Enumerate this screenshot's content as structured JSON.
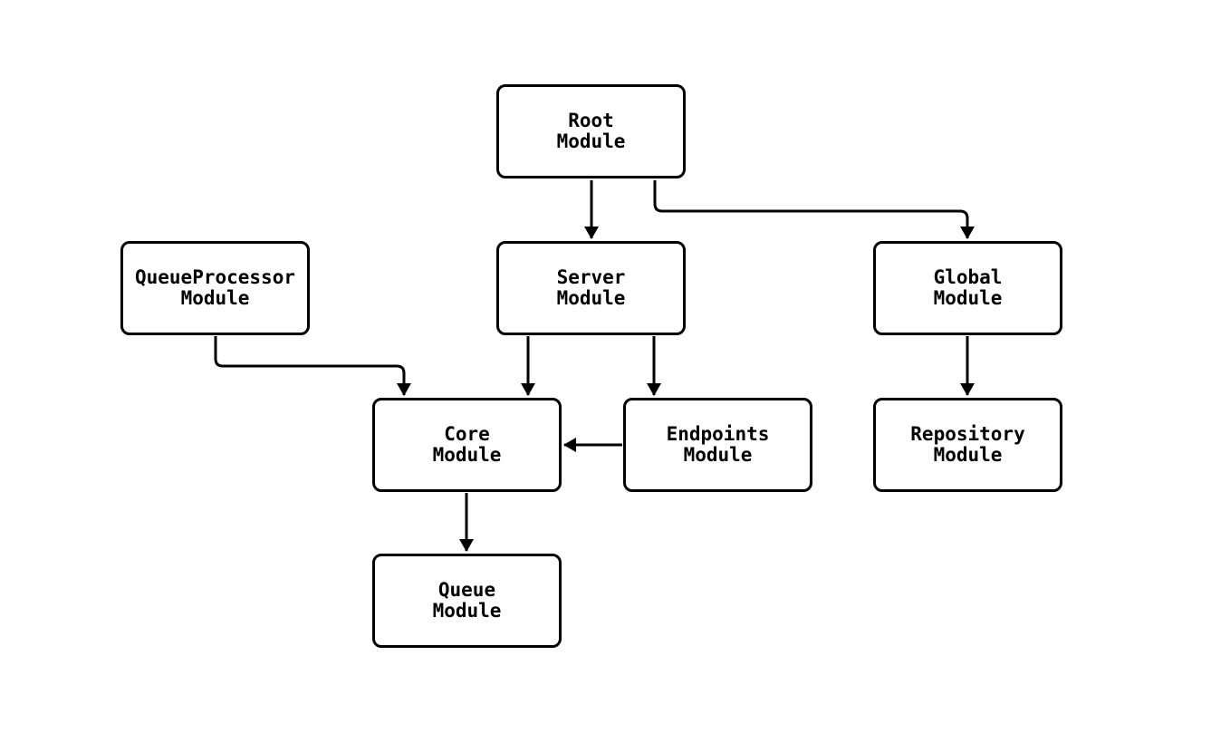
{
  "diagram": {
    "type": "flowchart",
    "direction": "top-down",
    "nodes": [
      {
        "id": "root",
        "label": "Root\nModule"
      },
      {
        "id": "queueprocessor",
        "label": "QueueProcessor\nModule"
      },
      {
        "id": "server",
        "label": "Server\nModule"
      },
      {
        "id": "global",
        "label": "Global\nModule"
      },
      {
        "id": "core",
        "label": "Core\nModule"
      },
      {
        "id": "endpoints",
        "label": "Endpoints\nModule"
      },
      {
        "id": "repository",
        "label": "Repository\nModule"
      },
      {
        "id": "queue",
        "label": "Queue\nModule"
      }
    ],
    "edges": [
      {
        "from": "Root Module",
        "to": "Server Module"
      },
      {
        "from": "Root Module",
        "to": "Global Module"
      },
      {
        "from": "QueueProcessor Module",
        "to": "Core Module"
      },
      {
        "from": "Server Module",
        "to": "Core Module"
      },
      {
        "from": "Server Module",
        "to": "Endpoints Module"
      },
      {
        "from": "Endpoints Module",
        "to": "Core Module"
      },
      {
        "from": "Global Module",
        "to": "Repository Module"
      },
      {
        "from": "Core Module",
        "to": "Queue Module"
      }
    ],
    "colors": {
      "background": "#ffffff",
      "node_fill": "#ffffff",
      "node_border": "#000000",
      "text": "#000000",
      "edge": "#000000"
    }
  }
}
